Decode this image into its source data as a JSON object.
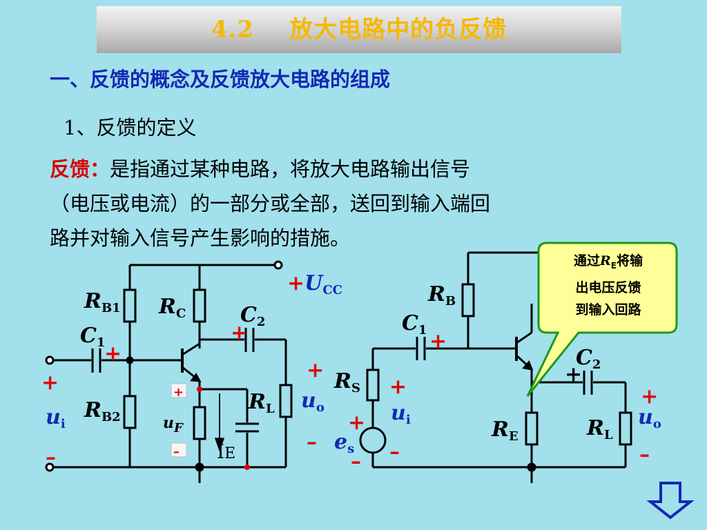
{
  "title": "4.2    放大电路中的负反馈",
  "heading": "一、反馈的概念及反馈放大电路的组成",
  "subheading": "1、反馈的定义",
  "definition": {
    "term": "反馈：",
    "line1": "是指通过某种电路，将放大电路输出信号",
    "line2": "（电压或电流）的一部分或全部，送回到输入端回",
    "line3": "路并对输入信号产生影响的措施。"
  },
  "callout": {
    "pre": "通过",
    "sym": "R",
    "sub": "E",
    "post": "将输",
    "line2": "出电压反馈",
    "line3": "到输入回路"
  },
  "left_circuit": {
    "ucc": "U",
    "ucc_sub": "CC",
    "rb1": "R",
    "rb1_sub": "B1",
    "rc": "R",
    "rc_sub": "C",
    "c2": "C",
    "c2_sub": "2",
    "c1": "C",
    "c1_sub": "1",
    "rb2": "R",
    "rb2_sub": "B2",
    "rl": "R",
    "rl_sub": "L",
    "ui": "u",
    "ui_sub": "i",
    "uo": "u",
    "uo_sub": "o",
    "uf": "u",
    "uf_sub": "F",
    "ie": "I",
    "ie_sub": "E",
    "plus": "+",
    "minus": "–"
  },
  "right_circuit": {
    "rb": "R",
    "rb_sub": "B",
    "c1": "C",
    "c1_sub": "1",
    "c2": "C",
    "c2_sub": "2",
    "rs": "R",
    "rs_sub": "S",
    "re": "R",
    "re_sub": "E",
    "rl": "R",
    "rl_sub": "L",
    "ui": "u",
    "ui_sub": "i",
    "uo": "u",
    "uo_sub": "o",
    "es": "e",
    "es_sub": "s",
    "plus": "+",
    "minus": "–"
  },
  "colors": {
    "accent": "#f5b800",
    "heading": "#1428b4",
    "term": "#d80000",
    "callout_bg": "#ffff99",
    "callout_border": "#1a9a1a",
    "label_blue": "#1428b4",
    "marker_red": "#e00000"
  },
  "nav": {
    "next_icon": "down-arrow-icon"
  }
}
